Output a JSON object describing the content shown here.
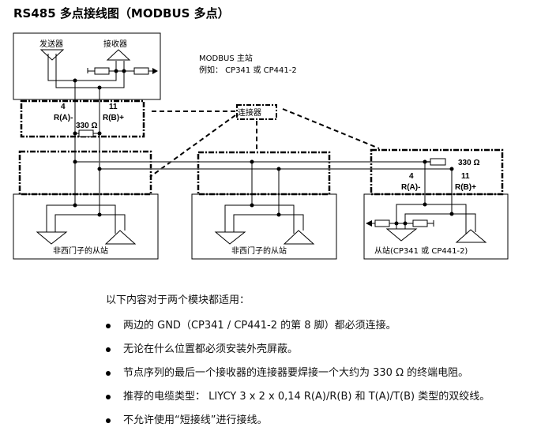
{
  "title": "RS485 多点接线图（MODBUS 多点）",
  "diagram": {
    "master": {
      "transmitter_label": "发送器",
      "receiver_label": "接收器",
      "name": "MODBUS 主站",
      "example": "例如： CP341 或 CP441-2",
      "pin_a_number": "4",
      "pin_a_label": "R(A)-",
      "pin_b_number": "11",
      "pin_b_label": "R(B)+",
      "resistor_label": "330 Ω"
    },
    "connector_label": "连接器",
    "slaves": [
      {
        "label": "非西门子的从站"
      },
      {
        "label": "非西门子的从站"
      },
      {
        "label": "从站(CP341 或 CP441-2)",
        "pin_a_number": "4",
        "pin_a_label": "R(A)-",
        "pin_b_number": "11",
        "pin_b_label": "R(B)+",
        "resistor_label": "330 Ω"
      }
    ]
  },
  "notes": {
    "intro": "以下内容对于两个模块都适用：",
    "items": [
      "两边的 GND（CP341 / CP441-2 的第 8 脚）都必须连接。",
      "无论在什么位置都必须安装外壳屏蔽。",
      "节点序列的最后一个接收器的连接器要焊接一个大约为 330 Ω 的终端电阻。",
      "推荐的电缆类型： LIYCY 3 x 2 x 0,14 R(A)/R(B) 和 T(A)/T(B) 类型的双绞线。",
      "不允许使用“短接线”进行接线。"
    ]
  }
}
